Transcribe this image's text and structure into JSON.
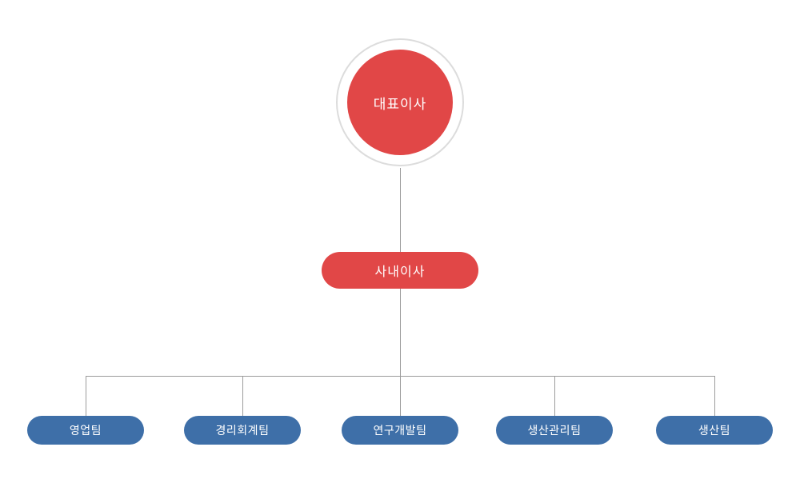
{
  "chart_data": {
    "type": "org-chart",
    "root": {
      "label": "대표이사",
      "shape": "circle",
      "color": "#e14747"
    },
    "middle": {
      "label": "사내이사",
      "shape": "pill",
      "color": "#e14747"
    },
    "teams": [
      {
        "label": "영업팀"
      },
      {
        "label": "경리회계팀"
      },
      {
        "label": "연구개발팀"
      },
      {
        "label": "생산관리팀"
      },
      {
        "label": "생산팀"
      }
    ],
    "team_color": "#3e6fa8",
    "line_color": "#9b9b9b"
  },
  "colors": {
    "accent-red": "#e14747",
    "accent-blue": "#3e6fa8",
    "line-gray": "#9b9b9b",
    "ring-gray": "#dcdcdc"
  }
}
